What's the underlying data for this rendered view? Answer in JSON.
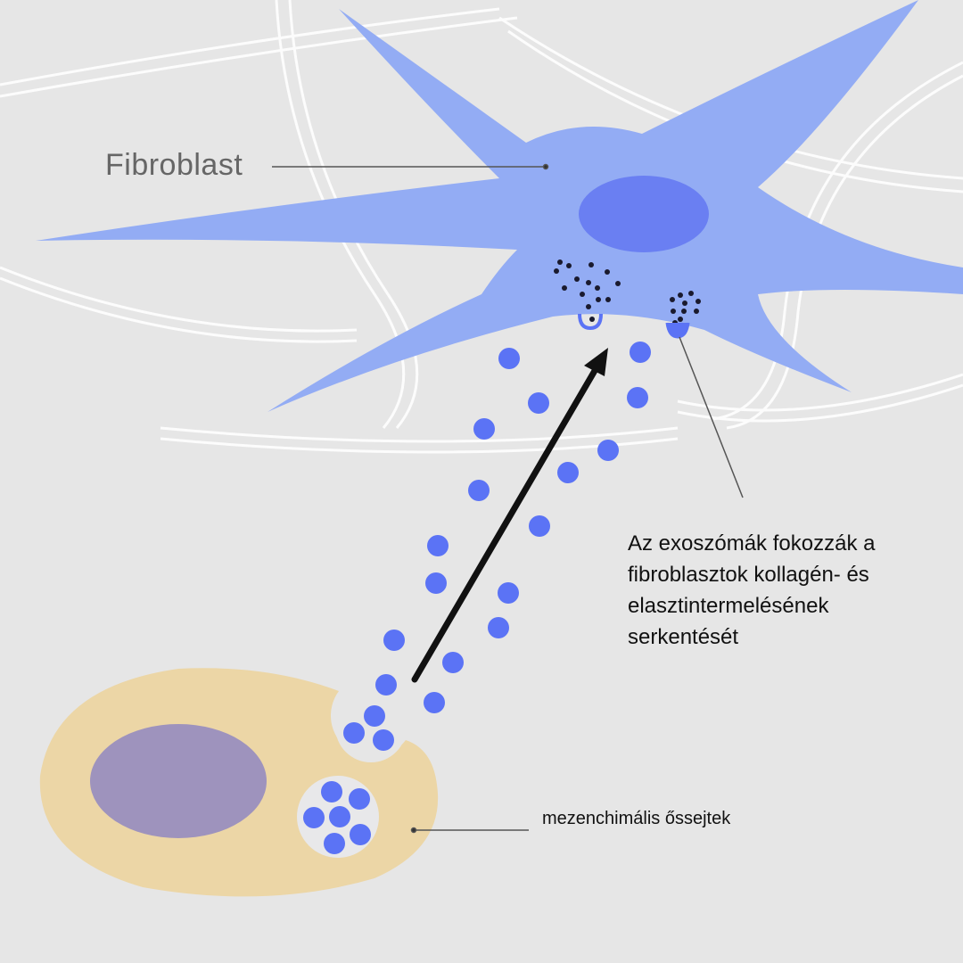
{
  "labels": {
    "fibroblast": "Fibroblast",
    "annotation_lines": [
      "Az exoszómák fokozzák a",
      "fibroblasztok kollagén- és",
      "elasztintermelésének",
      "serkentését"
    ],
    "msc": "mezenchimális őssejtek"
  },
  "colors": {
    "background": "#e6e6e6",
    "fibroblast": "#93acf4",
    "fibroblast_nucleus": "#6a7ff2",
    "exosome": "#5b73f5",
    "msc_cell": "#ecd6a6",
    "msc_nucleus": "#9e93bd"
  }
}
